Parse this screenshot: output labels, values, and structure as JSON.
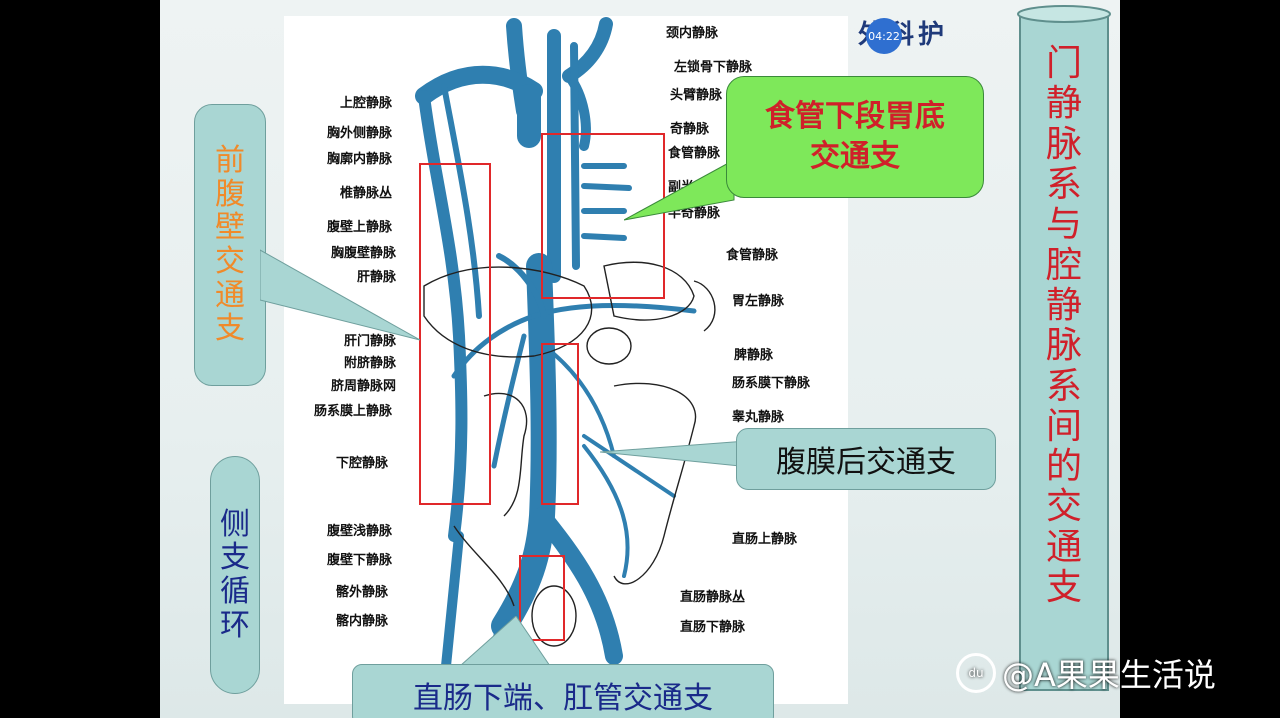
{
  "header": {
    "logo_text": "外科护",
    "clock": "04:22"
  },
  "title_vertical": "门静脉系与腔静脉系间的交通支",
  "side_labels": {
    "anterior_wall": "前腹壁交通支",
    "collateral": "侧支循环"
  },
  "callouts": {
    "esophageal": "食管下段胃底交通支",
    "retroperitoneal": "腹膜后交通支",
    "rectal": "直肠下端、肛管交通支"
  },
  "left_labels": [
    "上腔静脉",
    "胸外侧静脉",
    "胸廓内静脉",
    "椎静脉丛",
    "腹壁上静脉",
    "胸腹壁静脉",
    "肝静脉",
    "肝门静脉",
    "附脐静脉",
    "脐周静脉网",
    "肠系膜上静脉",
    "下腔静脉",
    "腹壁浅静脉",
    "腹壁下静脉",
    "髂外静脉",
    "髂内静脉"
  ],
  "right_labels": [
    "颈内静脉",
    "左锁骨下静脉",
    "头臂静脉",
    "奇静脉",
    "食管静脉",
    "副半奇静脉",
    "半奇静脉",
    "食管静脉",
    "胃左静脉",
    "脾静脉",
    "肠系膜下静脉",
    "睾丸静脉",
    "直肠上静脉",
    "直肠静脉丛",
    "直肠下静脉"
  ],
  "watermark": {
    "icon": "du",
    "text": "@A果果生活说"
  },
  "colors": {
    "vein": "#2f7fb0",
    "highlight_box": "#e0282a",
    "callout_green": "#7ee85a",
    "callout_teal": "#a9d6d3",
    "title_red": "#d0202a"
  }
}
